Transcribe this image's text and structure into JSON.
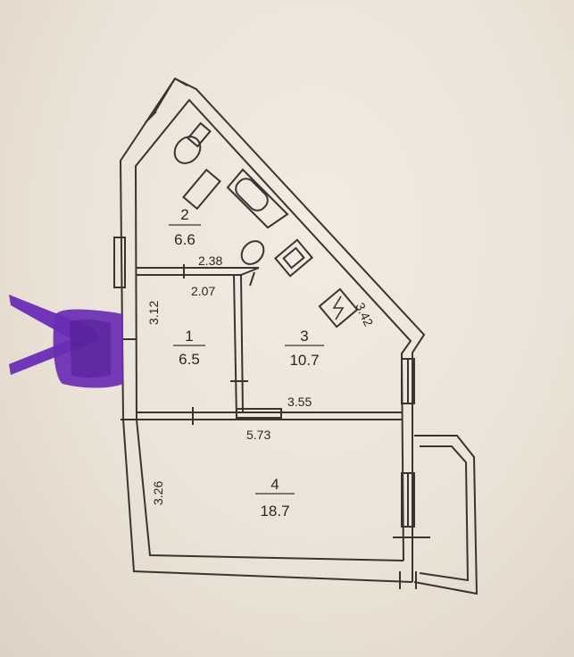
{
  "colors": {
    "paper": "#ebe3d7",
    "ink": "#3a3430",
    "wall_fill": "#efe9df",
    "marker": "#6a2bb5"
  },
  "rooms": [
    {
      "number": "1",
      "area": "6.5"
    },
    {
      "number": "2",
      "area": "6.6"
    },
    {
      "number": "3",
      "area": "10.7"
    },
    {
      "number": "4",
      "area": "18.7"
    }
  ],
  "dimensions": {
    "d_238": "2.38",
    "d_207": "2.07",
    "d_312": "3.12",
    "d_342": "3.42",
    "d_355": "3.55",
    "d_573": "5.73",
    "d_326": "3.26"
  },
  "fixtures": [
    "toilet",
    "bathtub",
    "sink",
    "stove"
  ],
  "annotation": "purple-arrow-marker"
}
